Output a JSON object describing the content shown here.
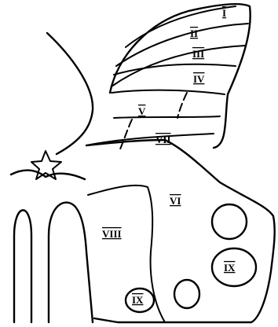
{
  "labels": {
    "I": "I",
    "II": "II",
    "III": "III",
    "IV": "IV",
    "V": "V",
    "VII": "VII",
    "VI": "VI",
    "VIII": "VIII",
    "IX_a": "IX",
    "IX_b": "IX"
  }
}
